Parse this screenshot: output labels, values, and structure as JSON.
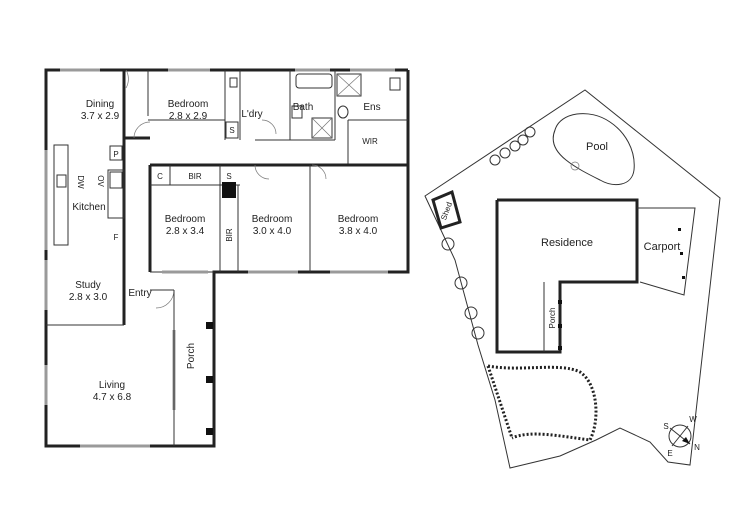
{
  "floor_plan": {
    "rooms": [
      {
        "key": "dining",
        "name": "Dining",
        "dims": "3.7 x 2.9"
      },
      {
        "key": "bedroom1",
        "name": "Bedroom",
        "dims": "2.8 x 2.9"
      },
      {
        "key": "laundry",
        "name": "L'dry"
      },
      {
        "key": "bath",
        "name": "Bath"
      },
      {
        "key": "ensuite",
        "name": "Ens"
      },
      {
        "key": "wir",
        "name": "WIR"
      },
      {
        "key": "kitchen",
        "name": "Kitchen"
      },
      {
        "key": "bedroom2",
        "name": "Bedroom",
        "dims": "2.8 x 3.4"
      },
      {
        "key": "bedroom3",
        "name": "Bedroom",
        "dims": "3.0 x 4.0"
      },
      {
        "key": "bedroom4",
        "name": "Bedroom",
        "dims": "3.8 x 4.0"
      },
      {
        "key": "study",
        "name": "Study",
        "dims": "2.8 x 3.0"
      },
      {
        "key": "entry",
        "name": "Entry"
      },
      {
        "key": "living",
        "name": "Living",
        "dims": "4.7 x 6.8"
      },
      {
        "key": "porch",
        "name": "Porch"
      }
    ],
    "fixtures": {
      "bir_top": "BIR",
      "bir_side": "BIR",
      "cupboard": "C",
      "store_s1": "S",
      "store_s2": "S",
      "pantry": "P",
      "fridge": "F",
      "dishwasher": "DW",
      "oven": "OV"
    }
  },
  "site_plan": {
    "labels": {
      "residence": "Residence",
      "carport": "Carport",
      "pool": "Pool",
      "shed": "Shed",
      "porch": "Porch"
    },
    "compass": {
      "n": "N",
      "s": "S",
      "e": "E",
      "w": "W"
    }
  },
  "colors": {
    "wall": "#222222",
    "window": "#9a9a9a",
    "background": "#ffffff"
  }
}
